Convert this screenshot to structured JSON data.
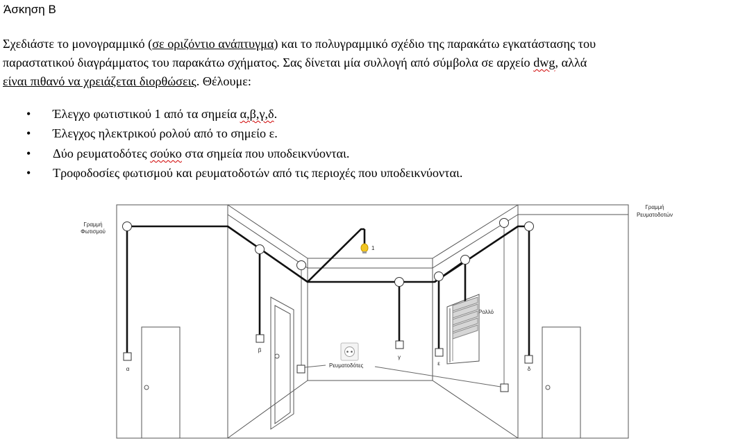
{
  "heading": "Άσκηση Β",
  "paragraph": {
    "l1_a": "Σχεδιάστε το μονογραμμικό (",
    "l1_u": "σε οριζόντιο ανάπτυγμα",
    "l1_b": ") και το πολυγραμμικό σχέδιο της παρακάτω εγκατάστασης του",
    "l2_a": "παραστατικού διαγράμματος του παρακάτω σχήματος. Σας δίνεται μία συλλογή από σύμβολα σε αρχείο ",
    "l2_sq": "dwg",
    "l2_b": ", αλλά",
    "l3_u": "είναι πιθανό να χρειάζεται διορθώσεις",
    "l3_b": ". Θέλουμε:"
  },
  "bullets": [
    {
      "pre": "Έλεγχο φωτιστικού 1 από τα σημεία ",
      "sq": "α,β,γ,δ",
      "post": "."
    },
    {
      "pre": "Έλεγχος ηλεκτρικού ρολού από το σημείο ε.",
      "sq": "",
      "post": ""
    },
    {
      "pre": "Δύο ρευματοδότες ",
      "sq": "σούκο",
      "post": " στα σημεία που υποδεικνύονται."
    },
    {
      "pre": "Τροφοδοσίες φωτισμού και ρευματοδοτών από τις περιοχές που υποδεικνύονται.",
      "sq": "",
      "post": ""
    }
  ],
  "bullet_symbol": "•",
  "figure": {
    "lighting_line_label": [
      "Γραμμή",
      "Φωτισμού"
    ],
    "socket_line_label": [
      "Γραμμή",
      "Ρευματοδοτών"
    ],
    "lamp_label": "1",
    "shutter_label": "Ρολλό",
    "sockets_label": "Ρευματοδότες",
    "switch_labels": {
      "a": "α",
      "b": "β",
      "g": "γ",
      "e": "ε",
      "d": "δ"
    }
  }
}
